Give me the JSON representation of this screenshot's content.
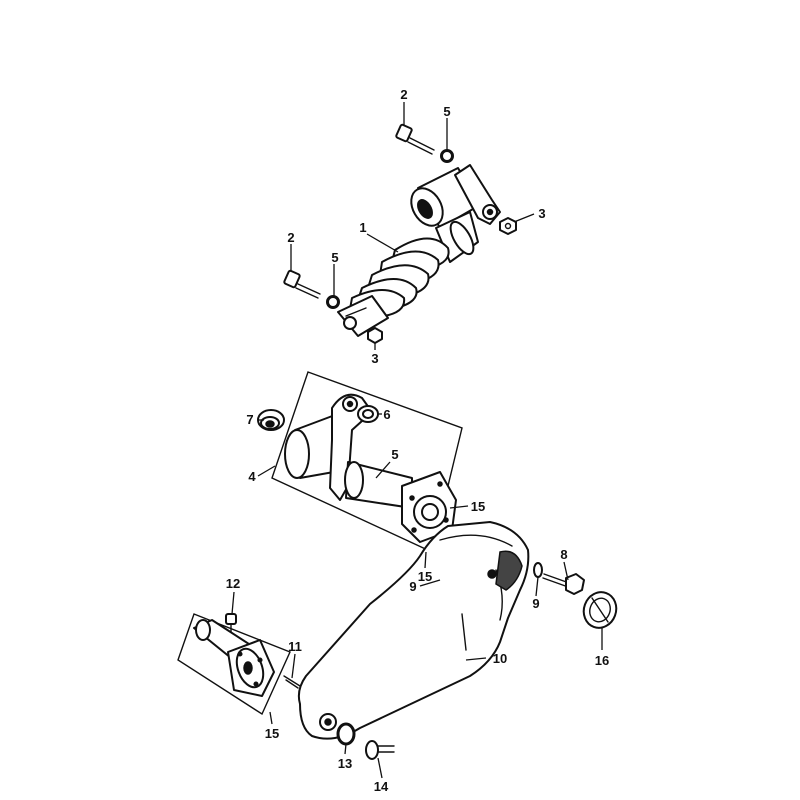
{
  "callouts": {
    "c1": "1",
    "c2a": "2",
    "c2b": "2",
    "c3a": "3",
    "c3b": "3",
    "c4": "4",
    "c5a": "5",
    "c5b": "5",
    "c5c": "5",
    "c6": "6",
    "c7": "7",
    "c8": "8",
    "c9a": "9",
    "c9b": "9",
    "c10": "10",
    "c11": "11",
    "c12": "12",
    "c13": "13",
    "c14": "14",
    "c15a": "15",
    "c15b": "15",
    "c15c": "15",
    "c16": "16"
  },
  "colors": {
    "ink": "#111111",
    "paper": "#ffffff"
  }
}
